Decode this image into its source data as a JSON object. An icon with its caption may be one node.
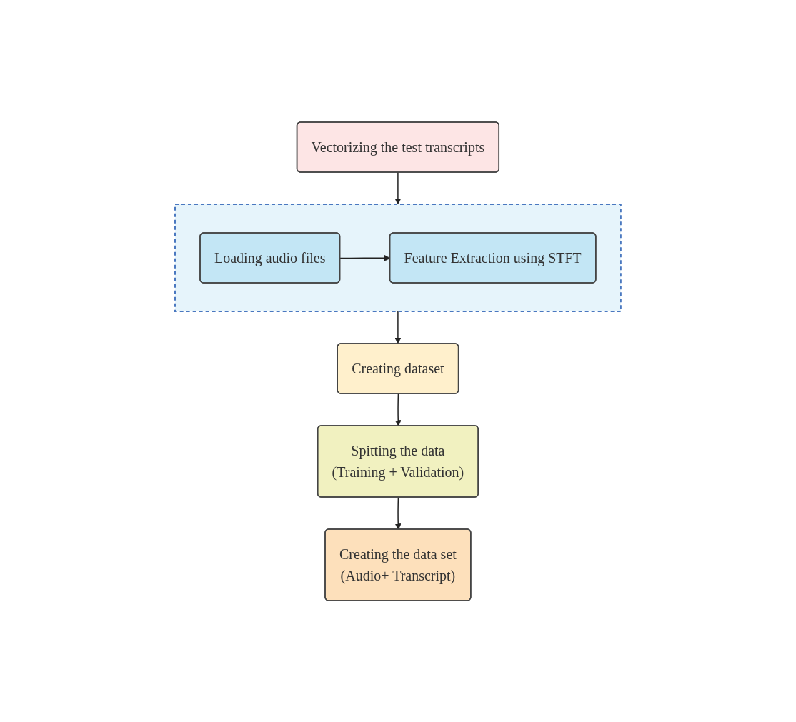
{
  "diagram": {
    "nodes": [
      {
        "text": [
          "Vectorizing the test transcripts"
        ]
      },
      {
        "text": [],
        "shape": "box"
      },
      {
        "text": [
          "Loading audio files"
        ],
        "in": 1
      },
      {
        "text": [
          "Feature Extraction using STFT"
        ],
        "in": 1
      },
      {
        "text": [
          "Creating dataset"
        ]
      },
      {
        "text": [
          "Spitting the data",
          "(Training + Validation)"
        ]
      },
      {
        "text": [
          "Creating the data set",
          "(Audio+ Transcript)"
        ]
      }
    ],
    "edges": [
      {
        "from": 0,
        "to": 1,
        "arrow": "to"
      },
      {
        "from": 2,
        "to": 3,
        "arrow": "to"
      },
      {
        "from": 1,
        "to": 4,
        "arrow": "to"
      },
      {
        "from": 4,
        "to": 5,
        "arrow": "to"
      },
      {
        "from": 5,
        "to": 6,
        "arrow": "to"
      }
    ]
  }
}
